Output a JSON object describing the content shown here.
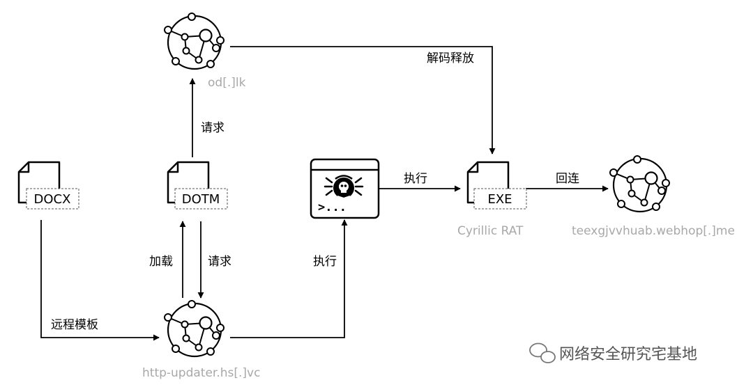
{
  "nodes": {
    "od_domain": "od[.]lk",
    "updater_domain": "http-updater.hs[.]vc",
    "c2_domain": "teexgjvvhuab.webhop[.]me",
    "docx": "DOCX",
    "dotm": "DOTM",
    "exe": "EXE",
    "exe_caption": "Cyrillic RAT"
  },
  "edges": {
    "remote_template": "远程模板",
    "load": "加载",
    "request_down": "请求",
    "request_up": "请求",
    "execute_terminal": "执行",
    "execute_exe": "执行",
    "decode_release": "解码释放",
    "callback": "回连"
  },
  "watermark": "网络安全研究宅基地",
  "colors": {
    "line": "#000000",
    "caption_gray": "#a8a8a8"
  }
}
